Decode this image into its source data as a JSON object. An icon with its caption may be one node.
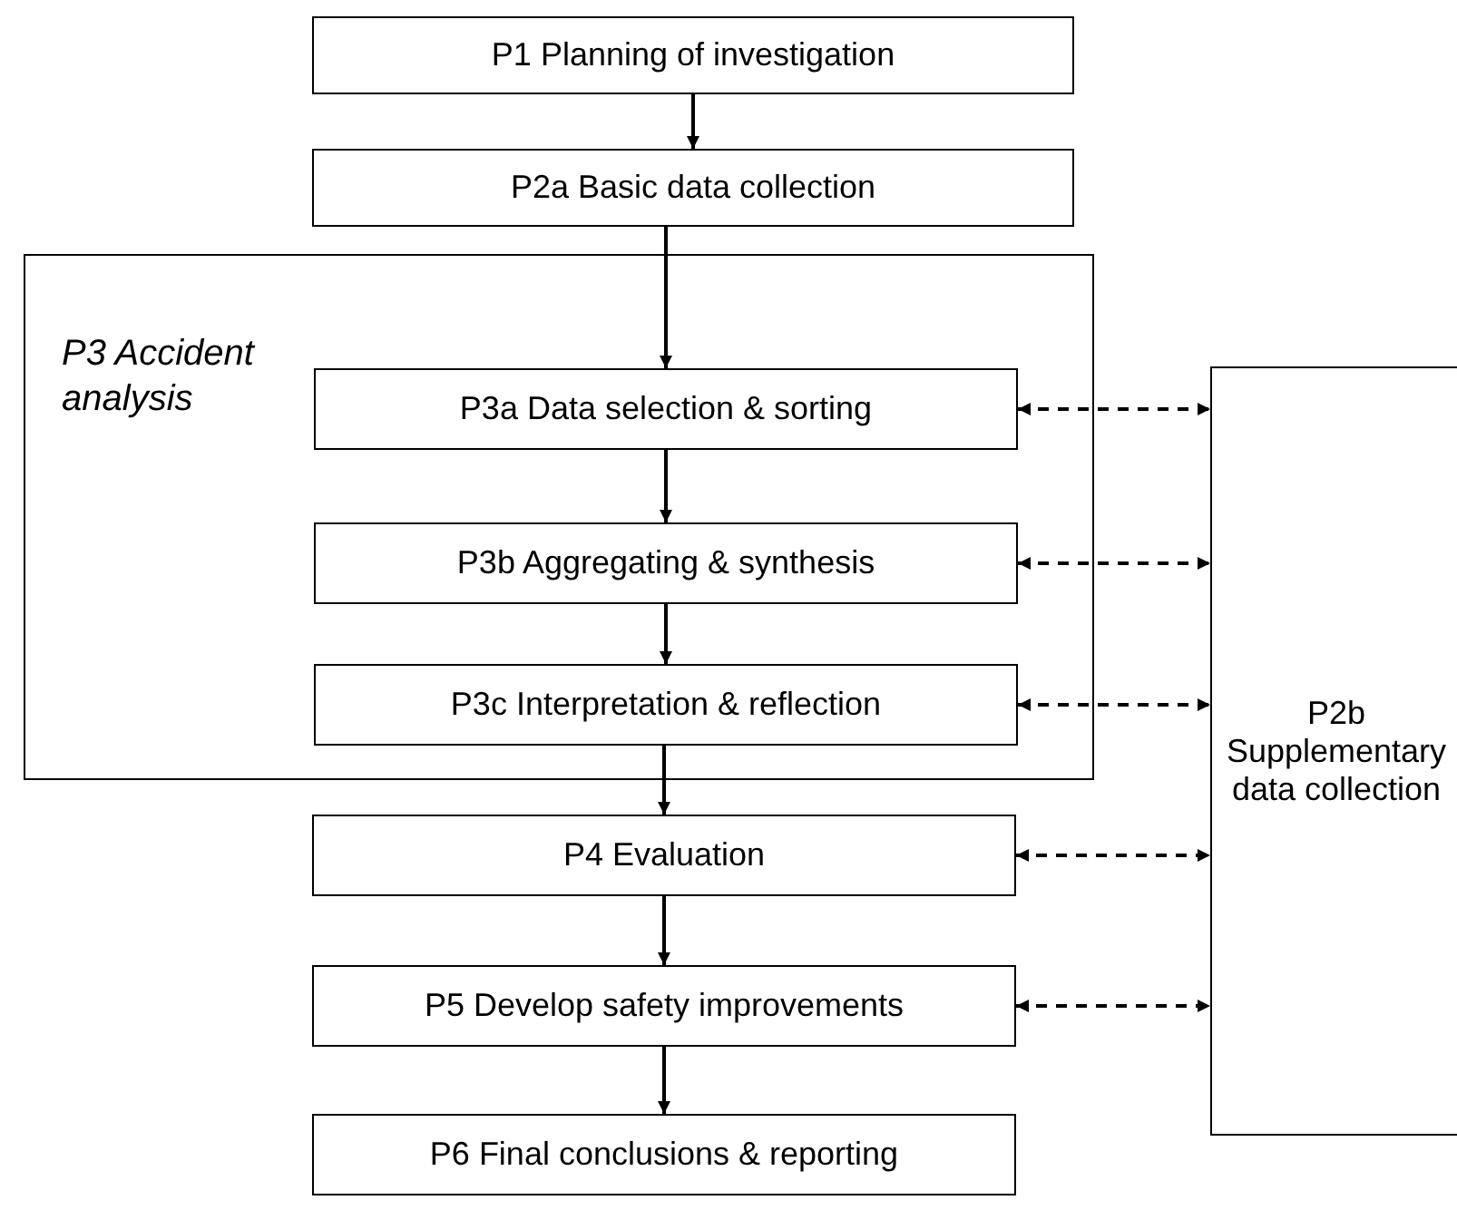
{
  "diagram": {
    "nodes": [
      {
        "text": [
          "P1 Planning of investigation"
        ]
      },
      {
        "text": [
          "P2a Basic data collection"
        ]
      },
      {
        "text": [
          "P3 Accident analysis"
        ]
      },
      {
        "text": [
          "P3a Data selection & sorting"
        ],
        "in": 2
      },
      {
        "text": [
          "P3b Aggregating & synthesis"
        ],
        "in": 2
      },
      {
        "text": [
          "P3c Interpretation & reflection"
        ],
        "in": 2
      },
      {
        "text": [
          "P2b Supplementary data collection"
        ]
      },
      {
        "text": [
          "P4 Evaluation"
        ]
      },
      {
        "text": [
          "P5 Develop safety improvements"
        ]
      },
      {
        "text": [
          "P6 Final conclusions & reporting"
        ]
      }
    ],
    "edges": [
      {
        "from": 0,
        "to": 1,
        "arrow": "to"
      },
      {
        "from": 1,
        "to": 3,
        "arrow": "to"
      },
      {
        "from": 3,
        "to": 4,
        "arrow": "to"
      },
      {
        "from": 4,
        "to": 5,
        "arrow": "to"
      },
      {
        "from": 5,
        "to": 7,
        "arrow": "to"
      },
      {
        "from": 7,
        "to": 8,
        "arrow": "to"
      },
      {
        "from": 8,
        "to": 9,
        "arrow": "to"
      },
      {
        "from": 3,
        "to": 6,
        "arrow": "both",
        "style": "dashed"
      },
      {
        "from": 4,
        "to": 6,
        "arrow": "both",
        "style": "dashed"
      },
      {
        "from": 5,
        "to": 6,
        "arrow": "both",
        "style": "dashed"
      },
      {
        "from": 7,
        "to": 6,
        "arrow": "both",
        "style": "dashed"
      },
      {
        "from": 8,
        "to": 6,
        "arrow": "both",
        "style": "dashed"
      }
    ]
  }
}
